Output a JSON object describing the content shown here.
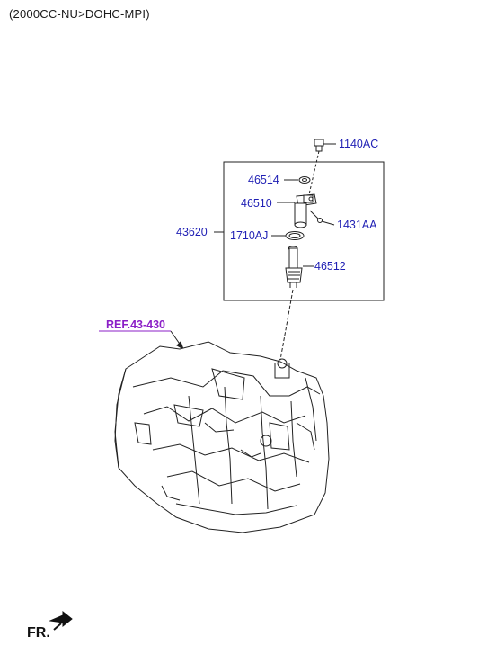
{
  "header": {
    "caption": "(2000CC-NU>DOHC-MPI)"
  },
  "parts": {
    "bolt": "1140AC",
    "o_ring_top": "46514",
    "sensor": "46510",
    "clip": "1431AA",
    "assembly": "43620",
    "o_ring_bottom": "1710AJ",
    "gear": "46512"
  },
  "reference": {
    "label": "REF.43-430"
  },
  "direction": {
    "label": "FR."
  },
  "colors": {
    "part_number": "#1f1fb4",
    "reference": "#8b1fc7",
    "line": "#222222"
  },
  "icons": [
    "front-direction-arrow-icon",
    "speedometer-sensor-drawing",
    "transaxle-drawing"
  ]
}
